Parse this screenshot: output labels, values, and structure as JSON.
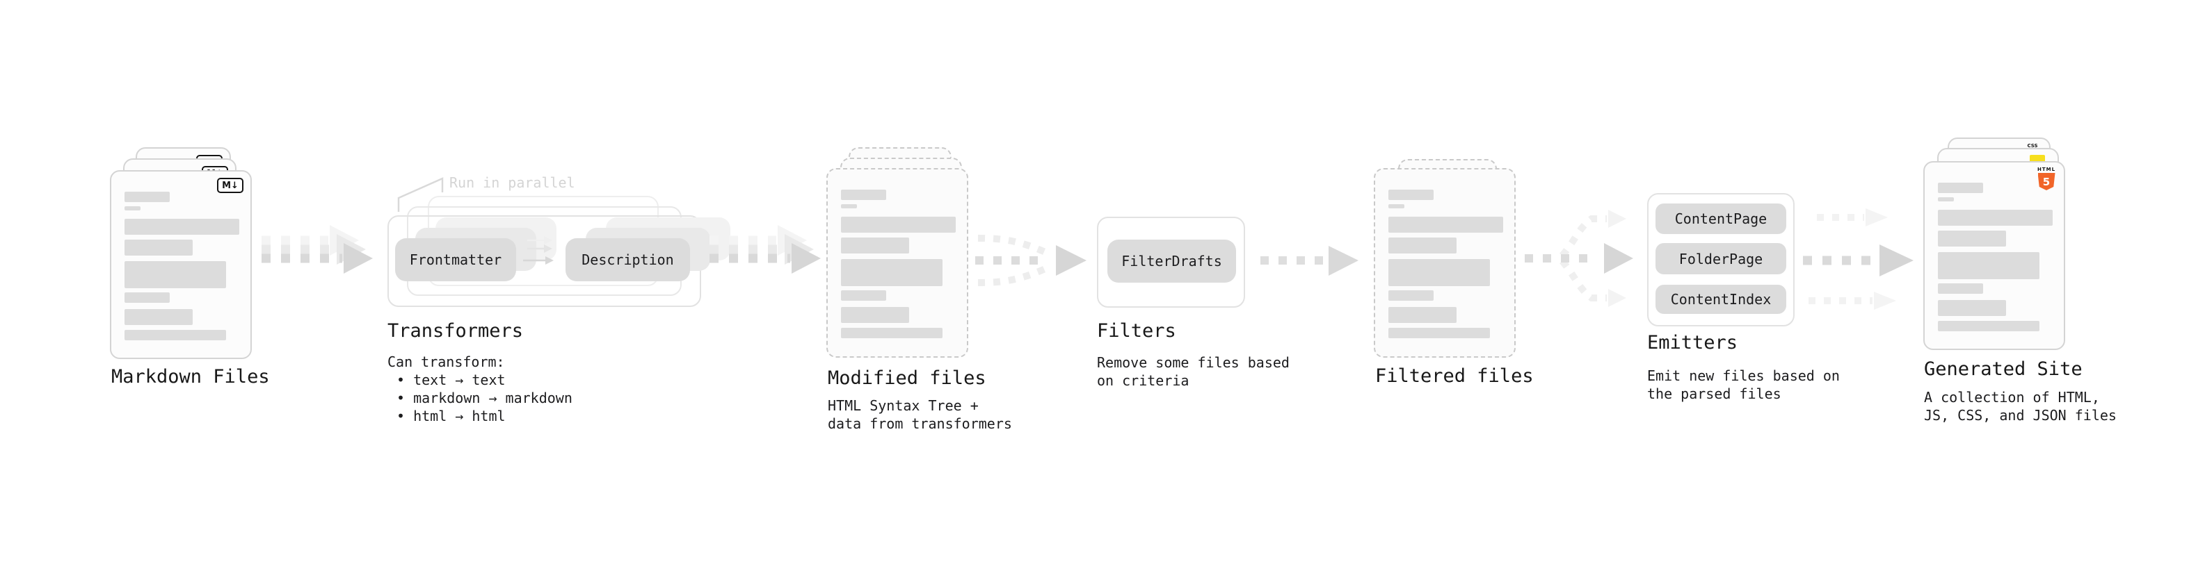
{
  "stages": {
    "markdown_files": {
      "label": "Markdown Files"
    },
    "transformers": {
      "label": "Transformers",
      "annotation": "Run in parallel",
      "pills": [
        "Frontmatter",
        "Description"
      ],
      "caption": "Can transform:",
      "bullets": [
        "• text → text",
        "• markdown → markdown",
        "• html → html"
      ]
    },
    "modified_files": {
      "label": "Modified files",
      "caption": "HTML Syntax Tree +\ndata from transformers"
    },
    "filters": {
      "label": "Filters",
      "pills": [
        "FilterDrafts"
      ],
      "caption": "Remove some files based\non criteria"
    },
    "filtered_files": {
      "label": "Filtered files"
    },
    "emitters": {
      "label": "Emitters",
      "pills": [
        "ContentPage",
        "FolderPage",
        "ContentIndex"
      ],
      "caption": "Emit new files based on\nthe parsed files"
    },
    "generated_site": {
      "label": "Generated Site",
      "caption": "A collection of HTML,\nJS, CSS, and JSON files"
    }
  },
  "badges": {
    "markdown": "M↓",
    "html5_word": "HTML",
    "html5_number": "5",
    "css_word": "CSS"
  },
  "colors": {
    "html5_orange": "#f16529",
    "js_yellow": "#f7df1e",
    "css_blue": "#2962ff",
    "card_border": "#d4d4d4",
    "dashed_border": "#c9c9c9",
    "bar_fill": "#dcdcdc",
    "pill_fill": "#dcdcdc",
    "arrow_dark": "#d9d9d9",
    "arrow_light": "#f2f2f2",
    "annotation_gray": "#d4d4d4"
  },
  "doc_bar_pattern": [
    {
      "w": 65,
      "h": 15,
      "mt": 0
    },
    {
      "w": 23,
      "h": 6,
      "mt": 6
    },
    {
      "w": 165,
      "h": 23,
      "mt": 12
    },
    {
      "w": 98,
      "h": 23,
      "mt": 7
    },
    {
      "w": 146,
      "h": 39,
      "mt": 8
    },
    {
      "w": 65,
      "h": 15,
      "mt": 6
    },
    {
      "w": 98,
      "h": 23,
      "mt": 9
    },
    {
      "w": 146,
      "h": 15,
      "mt": 7
    }
  ]
}
